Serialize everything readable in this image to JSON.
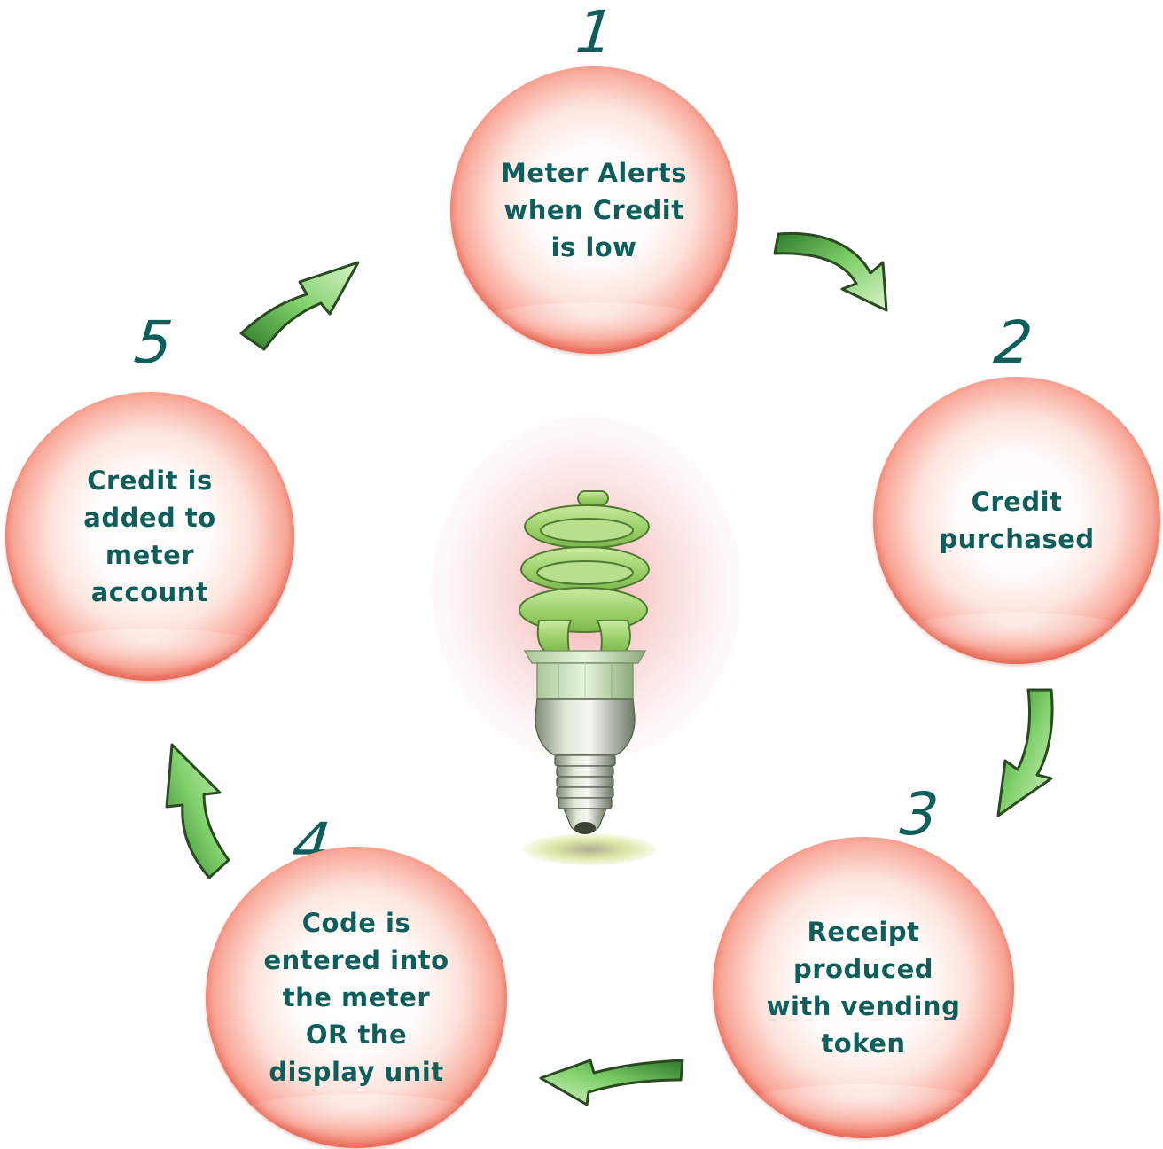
{
  "steps": [
    {
      "number": "1",
      "text": "Meter Alerts\nwhen Credit\nis low"
    },
    {
      "number": "2",
      "text": "Credit\npurchased"
    },
    {
      "number": "3",
      "text": "Receipt\nproduced\nwith vending\ntoken"
    },
    {
      "number": "4",
      "text": "Code is\nentered into\nthe meter\nOR the\ndisplay unit"
    },
    {
      "number": "5",
      "text": "Credit is\nadded to\nmeter\naccount"
    }
  ],
  "center_icon": "compact-fluorescent-bulb-icon",
  "arrow_icon": "curved-arrow-icon",
  "colors": {
    "circle_red": "#e23a27",
    "text_teal": "#0e5e5b",
    "arrow_green": "#4cb848",
    "bulb_green": "#a8d878"
  }
}
